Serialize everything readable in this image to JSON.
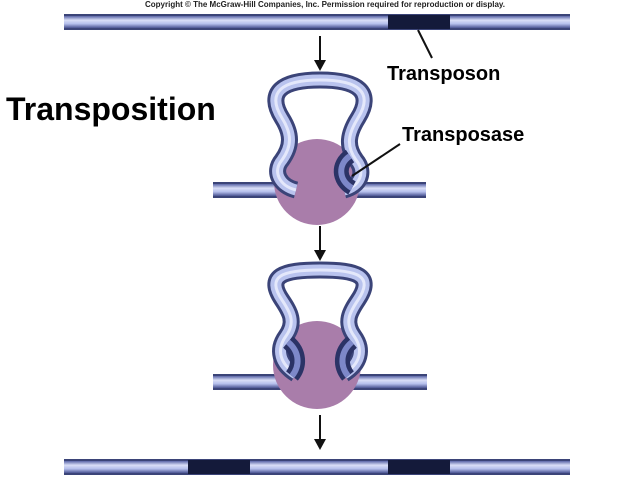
{
  "copyright": "Copyright © The McGraw-Hill Companies, Inc. Permission required for reproduction or display.",
  "title": "Transposition",
  "labels": {
    "transposon": "Transposon",
    "transposase": "Transposase"
  },
  "colors": {
    "dna_light": "#b9c3ee",
    "dna_mid": "#8c9ad9",
    "dna_dark": "#3b4478",
    "transposon_segment": "#141a3a",
    "transposase_protein": "#a97daa",
    "arrow": "#111111"
  },
  "steps": [
    "Transposon in linear DNA",
    "Transposase binds transposon ends, forming a loop",
    "Transposase cuts both ends of the transposon",
    "Transposon inserted at a new site"
  ]
}
